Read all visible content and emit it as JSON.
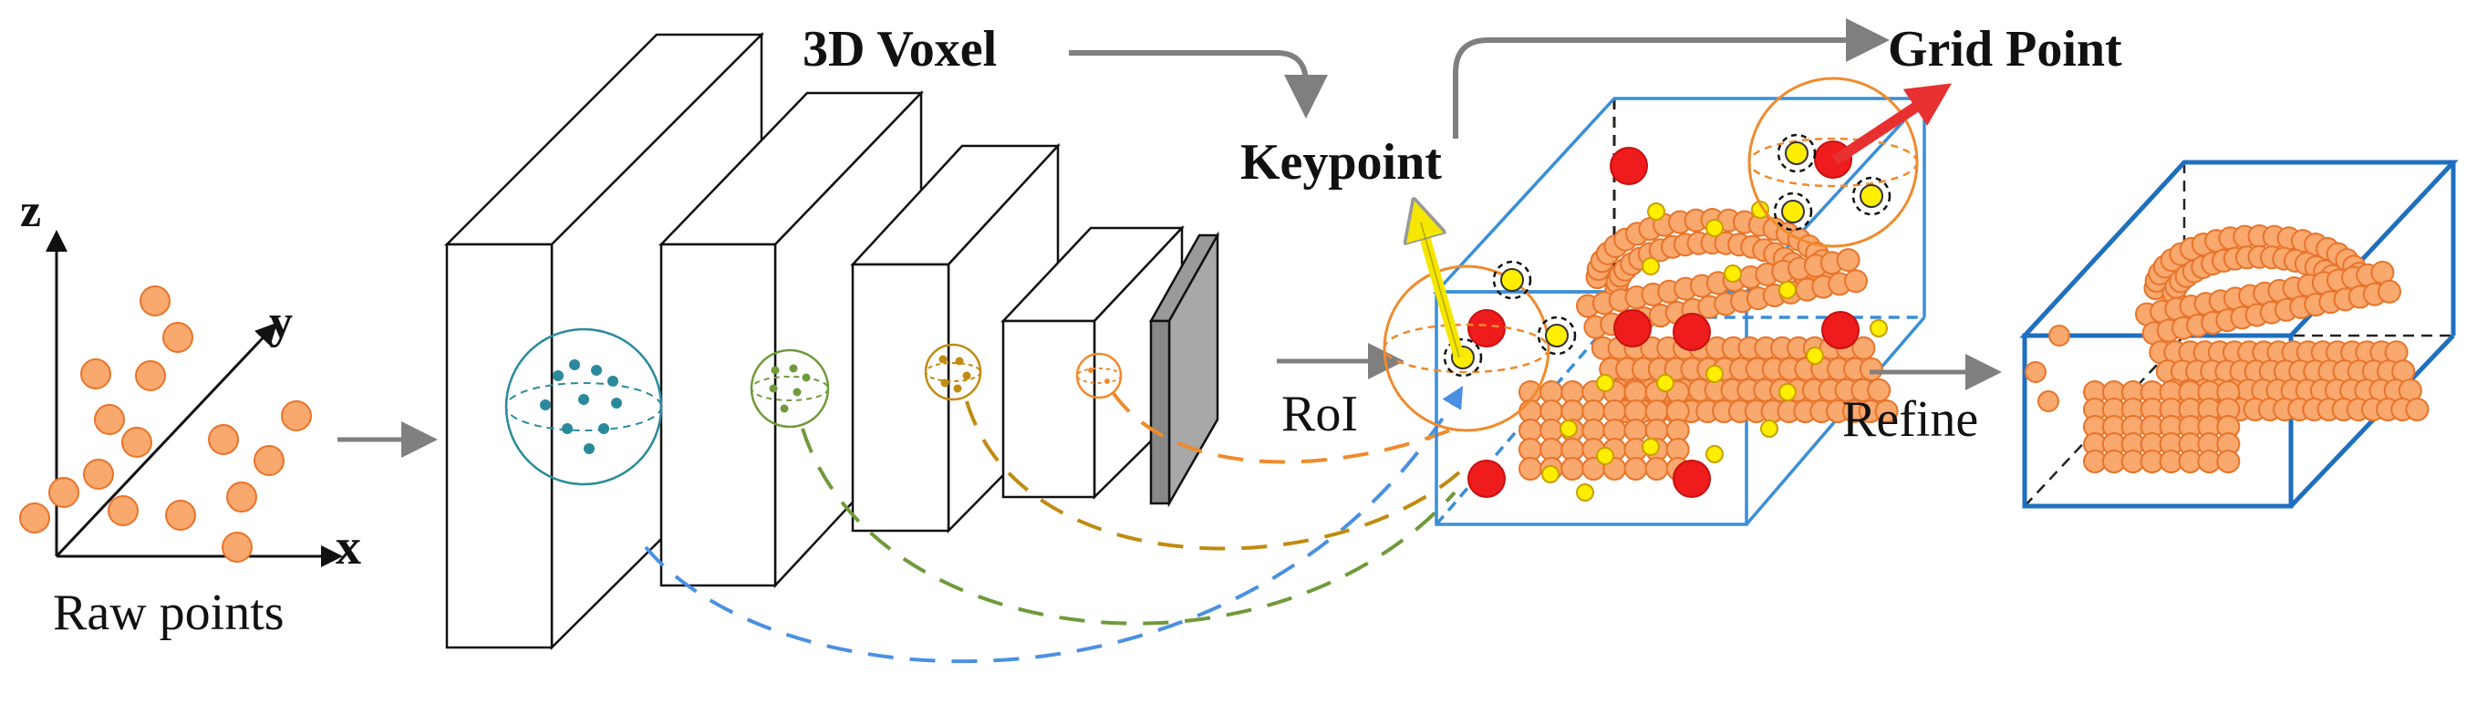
{
  "labels": {
    "z_axis": "z",
    "y_axis": "y",
    "x_axis": "x",
    "raw_points": "Raw points",
    "voxel": "3D Voxel",
    "keypoint": "Keypoint",
    "grid_point": "Grid Point",
    "roi": "RoI",
    "refine": "Refine"
  },
  "colors": {
    "point_fill": "#f9a86e",
    "point_stroke": "#e8742a",
    "keypoint_fill": "#ffee00",
    "grid_red": "#ee1c1c",
    "box_blue": "#3a8ed8",
    "refined_box": "#1f6fbf",
    "link_blue": "#4a90e2",
    "link_green": "#6f9a3a",
    "link_gold": "#c08b10",
    "link_orange": "#f08a2c",
    "sphere_teal": "#2a8a9c",
    "sphere_green": "#6f9a3a",
    "sphere_gold": "#c08b10",
    "sphere_orange": "#f08a2c",
    "arrow_gray": "#7f7f7f",
    "arrow_yellow": "#f5e600",
    "arrow_red": "#e83030"
  }
}
